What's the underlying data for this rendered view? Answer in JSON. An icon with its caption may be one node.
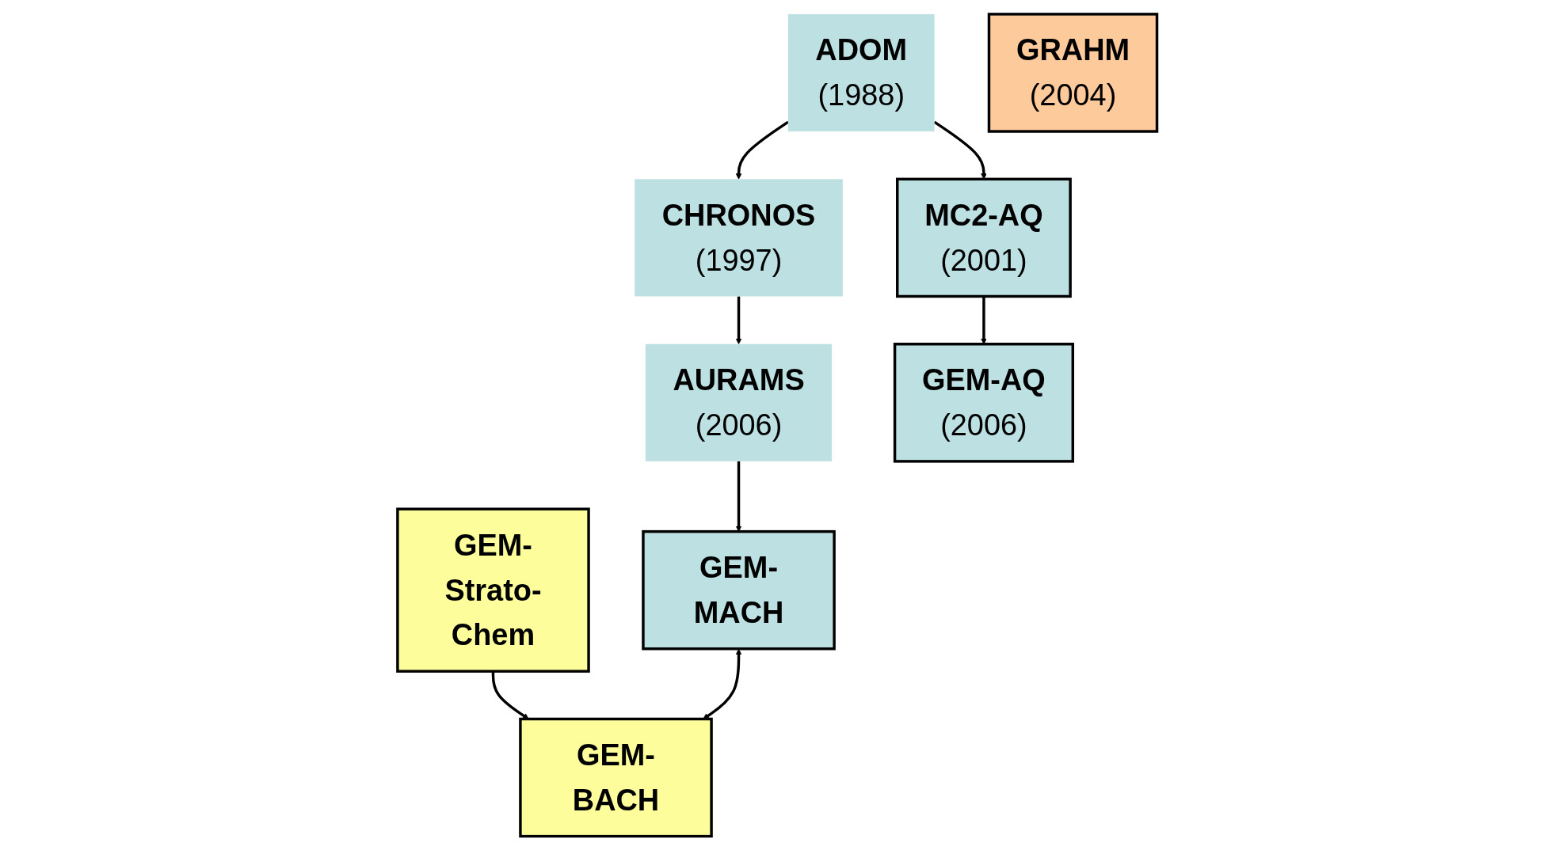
{
  "diagram": {
    "nodes": [
      {
        "text": [
          "ADOM",
          "(1988)"
        ]
      },
      {
        "text": [
          "CHRONOS",
          "(1997)"
        ]
      },
      {
        "text": [
          "MC2-AQ",
          "(2001)"
        ]
      },
      {
        "text": [
          "AURAMS",
          "(2006)"
        ]
      },
      {
        "text": [
          "GEM-AQ",
          "(2006)"
        ]
      },
      {
        "text": [
          "GRAHM",
          "(2004)"
        ]
      },
      {
        "text": [
          "GEM-Strato-Chem"
        ]
      },
      {
        "text": [
          "GEM-MACH"
        ]
      },
      {
        "text": [
          "GEM-BACH"
        ]
      }
    ],
    "edges": [
      {
        "from": 0,
        "to": 1,
        "arrow": "to"
      },
      {
        "from": 0,
        "to": 2,
        "arrow": "to"
      },
      {
        "from": 1,
        "to": 3,
        "arrow": "to"
      },
      {
        "from": 2,
        "to": 4,
        "arrow": "to"
      },
      {
        "from": 3,
        "to": 7,
        "arrow": "to"
      },
      {
        "from": 6,
        "to": 8,
        "arrow": "to"
      },
      {
        "from": 7,
        "to": 8,
        "arrow": "both"
      }
    ]
  }
}
